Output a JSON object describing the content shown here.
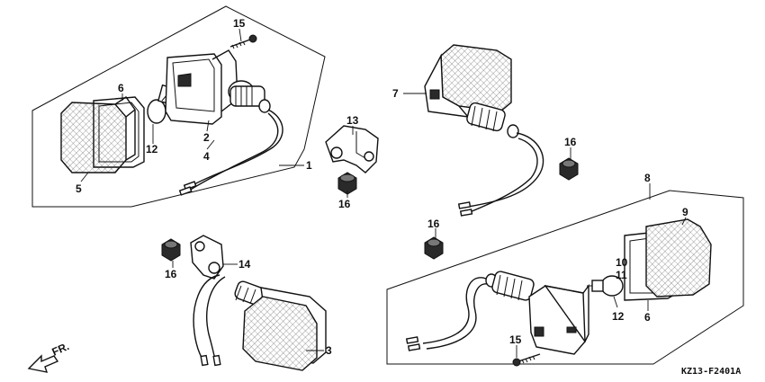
{
  "callouts": {
    "c1": "1",
    "c2": "2",
    "c3": "3",
    "c4": "4",
    "c5": "5",
    "c6a": "6",
    "c6b": "6",
    "c7": "7",
    "c8": "8",
    "c9": "9",
    "c10": "10",
    "c11": "11",
    "c12a": "12",
    "c12b": "12",
    "c13": "13",
    "c14": "14",
    "c15a": "15",
    "c15b": "15",
    "c16a": "16",
    "c16b": "16",
    "c16c": "16",
    "c16d": "16"
  },
  "front_arrow_label": "FR.",
  "diagram_code": "KZ13-F2401A",
  "icons": {
    "direction": "front-direction-arrow-icon"
  }
}
